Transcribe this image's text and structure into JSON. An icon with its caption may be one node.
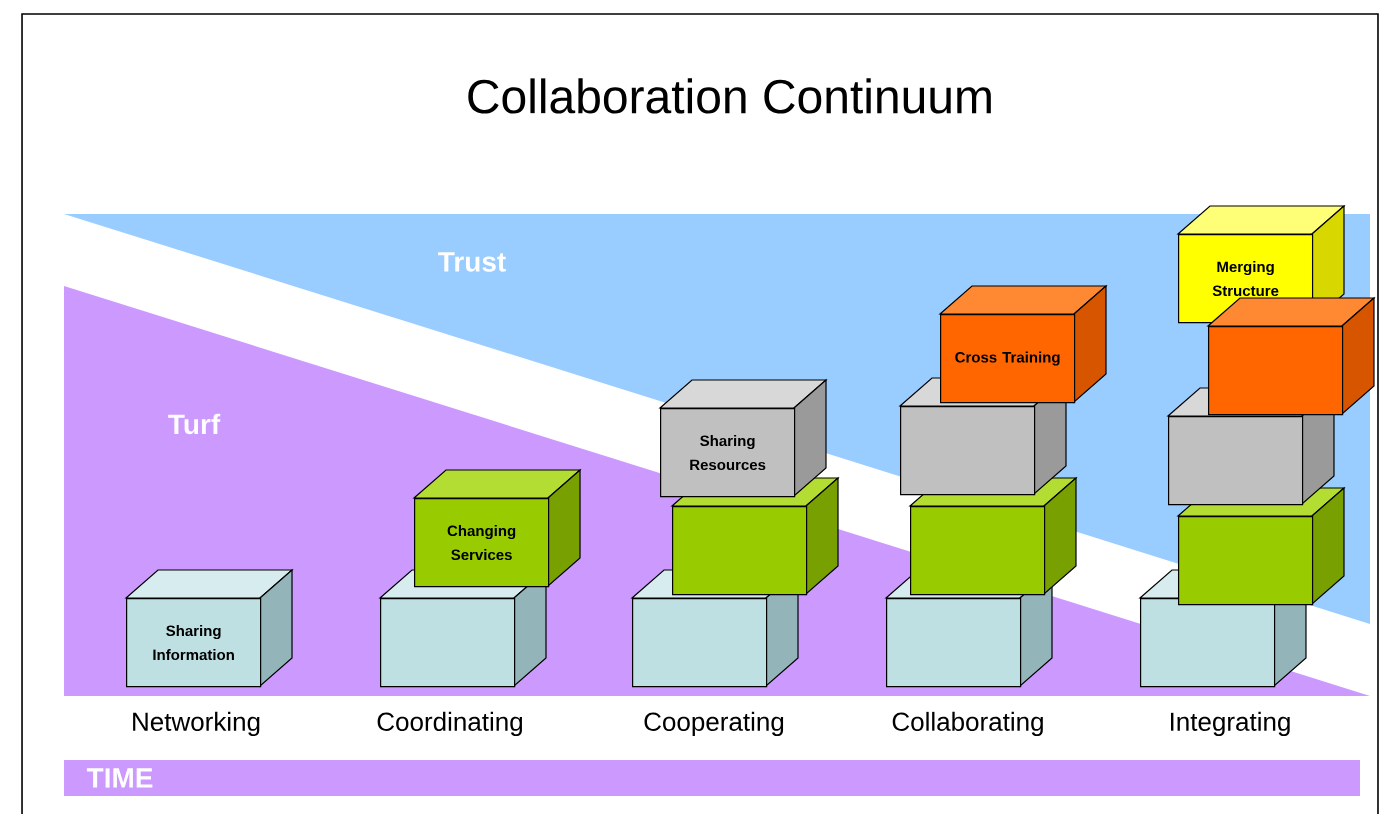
{
  "diagram": {
    "title": "Collaboration Continuum",
    "nodes": [
      {
        "text": [
          "Sharing Information"
        ]
      },
      {
        "text": [],
        "shape": "box"
      },
      {
        "text": [
          "Changing Services"
        ]
      },
      {
        "text": [],
        "shape": "box"
      },
      {
        "text": [],
        "shape": "box"
      },
      {
        "text": [
          "Sharing Resources"
        ]
      },
      {
        "text": [],
        "shape": "box"
      },
      {
        "text": [],
        "shape": "box"
      },
      {
        "text": [],
        "shape": "box"
      },
      {
        "text": [
          "Cross Training"
        ]
      },
      {
        "text": [],
        "shape": "box"
      },
      {
        "text": [],
        "shape": "box"
      },
      {
        "text": [],
        "shape": "box"
      },
      {
        "text": [],
        "shape": "box"
      },
      {
        "text": [
          "Merging Structure"
        ]
      }
    ],
    "labels": [
      "Trust",
      "Turf",
      "Networking",
      "Coordinating",
      "Cooperating",
      "Collaborating",
      "Integrating",
      "TIME"
    ]
  }
}
